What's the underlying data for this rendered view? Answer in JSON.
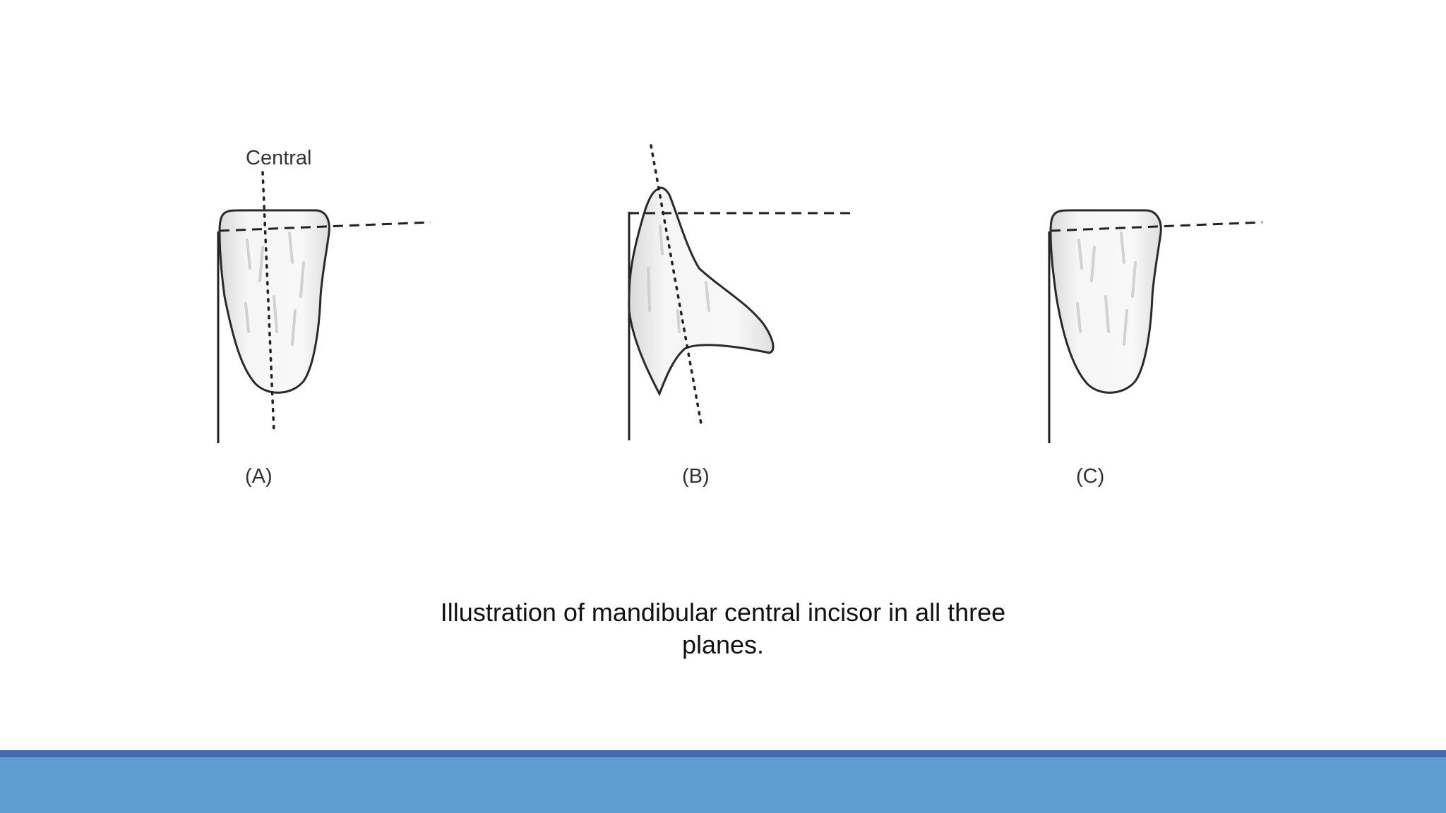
{
  "figure": {
    "central_label": "Central",
    "panels": [
      {
        "label": "(A)"
      },
      {
        "label": "(B)"
      },
      {
        "label": "(C)"
      }
    ]
  },
  "caption": {
    "line1": "Illustration of mandibular central incisor in all three",
    "line2": "planes."
  },
  "colors": {
    "footer_bar": "#5f9dd0",
    "footer_line": "#4a6aaf",
    "outline": "#2a2a2a",
    "background": "#ffffff"
  }
}
